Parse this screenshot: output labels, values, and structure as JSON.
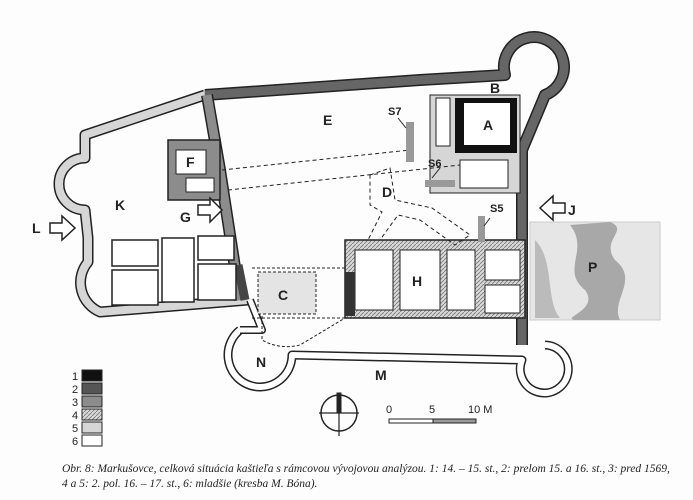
{
  "labels": {
    "A": "A",
    "B": "B",
    "C": "C",
    "D": "D",
    "E": "E",
    "F": "F",
    "G": "G",
    "H": "H",
    "J": "J",
    "K": "K",
    "L": "L",
    "M": "M",
    "N": "N",
    "P": "P",
    "S5": "S5",
    "S6": "S6",
    "S7": "S7"
  },
  "legend": [
    {
      "num": "1",
      "color": "#111111"
    },
    {
      "num": "2",
      "color": "#555555"
    },
    {
      "num": "3",
      "color": "#8c8c8c"
    },
    {
      "num": "4",
      "color": "#bdbdbd"
    },
    {
      "num": "5",
      "color": "#d6d6d6"
    },
    {
      "num": "6",
      "color": "#ffffff"
    }
  ],
  "scale": {
    "t0": "0",
    "t1": "5",
    "t2": "10 M"
  },
  "caption": "Obr. 8: Markušovce, celková situácia kaštieľa s rámcovou vývojovou analýzou. 1: 14. – 15. st., 2: prelom 15. a 16. st., 3: pred 1569, 4 a 5: 2. pol. 16. – 17. st., 6: mladšie (kresba M. Bóna)."
}
